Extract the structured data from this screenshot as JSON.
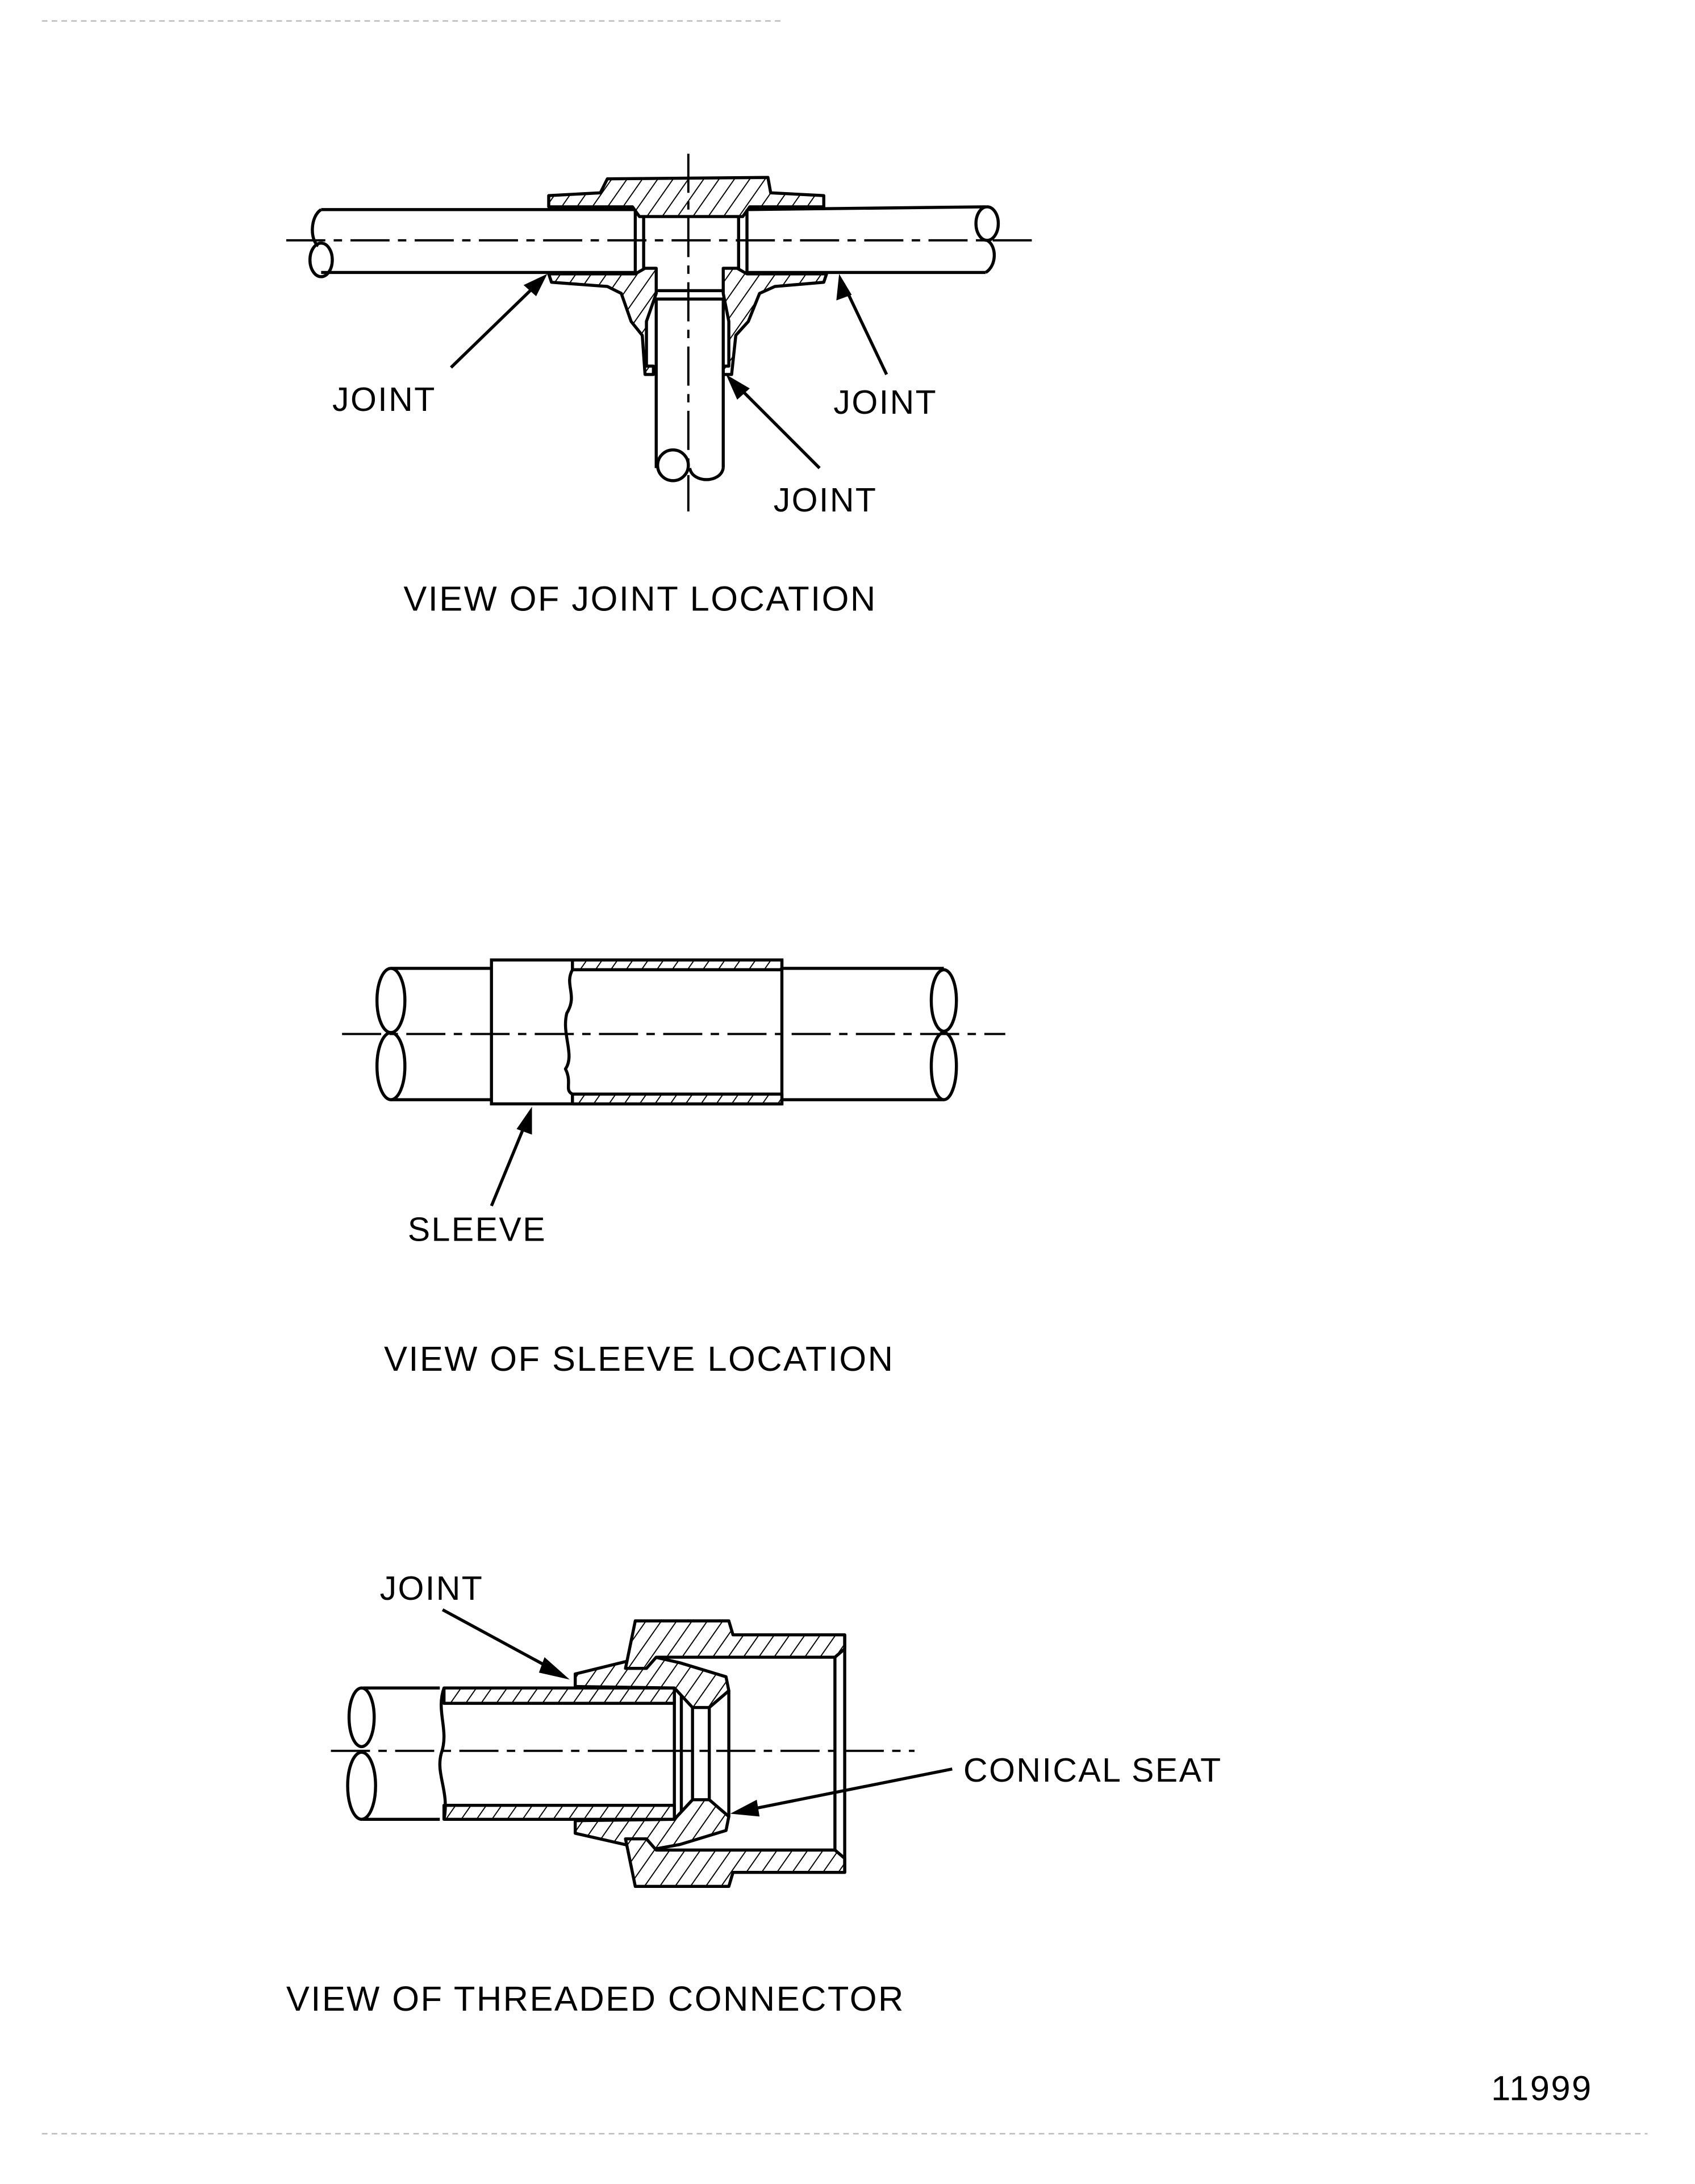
{
  "figures": [
    {
      "caption": "VIEW OF JOINT LOCATION",
      "labels": [
        "JOINT",
        "JOINT",
        "JOINT"
      ]
    },
    {
      "caption": "VIEW OF SLEEVE LOCATION",
      "labels": [
        "SLEEVE"
      ]
    },
    {
      "caption": "VIEW OF THREADED CONNECTOR",
      "labels": [
        "JOINT",
        "CONICAL SEAT"
      ]
    }
  ],
  "figure_number": "11999"
}
